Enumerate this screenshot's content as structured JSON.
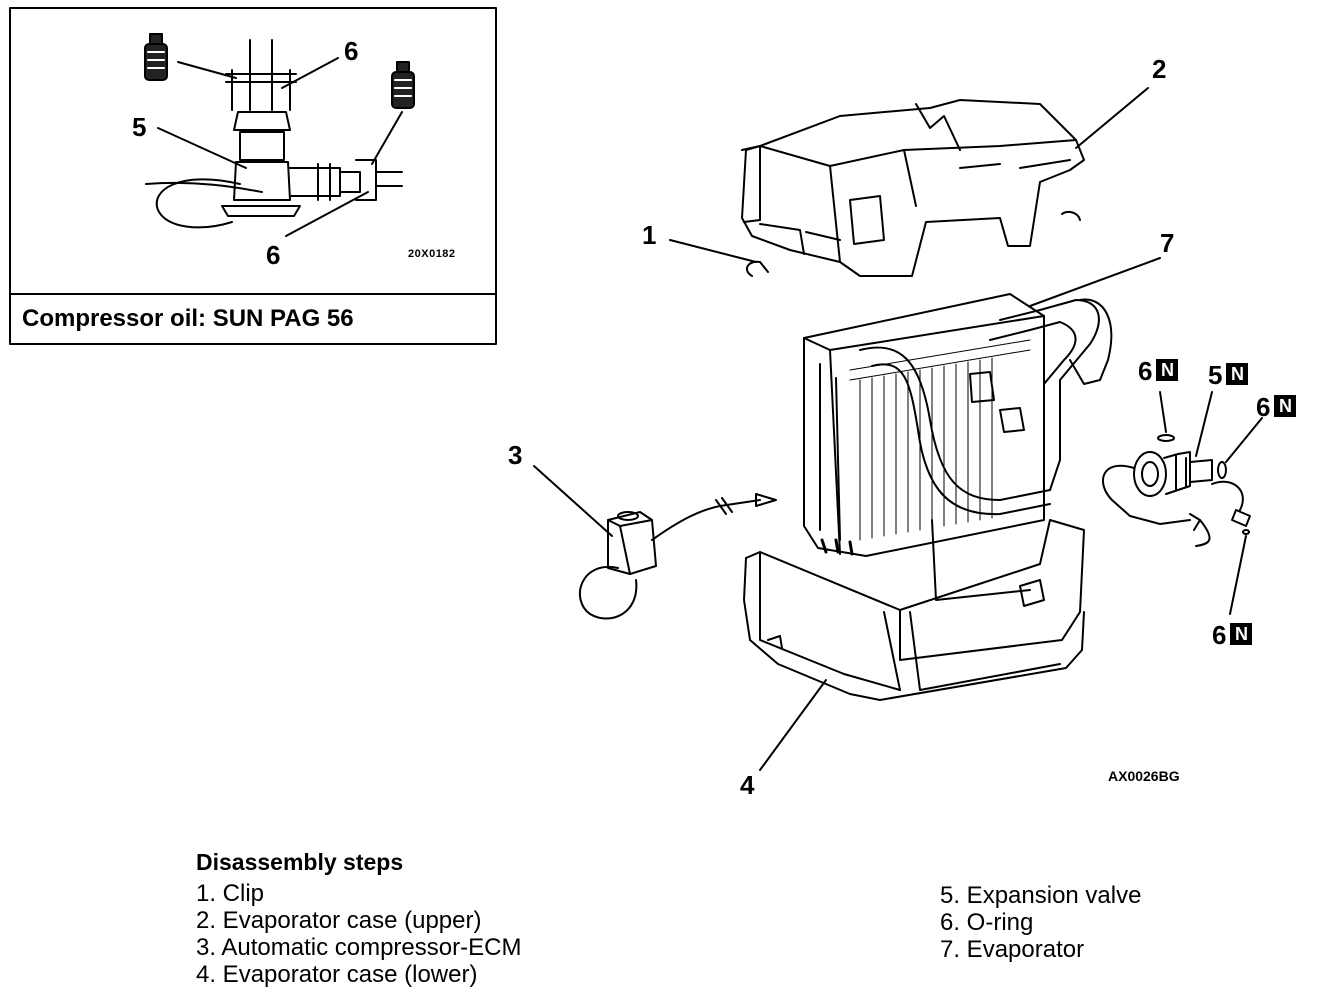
{
  "inset": {
    "caption": "Compressor oil: SUN PAG 56",
    "figure_code": "20X0182",
    "labels": [
      "6",
      "5",
      "6"
    ]
  },
  "main": {
    "figure_code": "AX0026BG",
    "labels": {
      "c1": "1",
      "c2": "2",
      "c3": "3",
      "c4": "4",
      "c7": "7",
      "c6a": "6",
      "c5": "5",
      "c6b": "6",
      "c6c": "6"
    },
    "new_part_badge": "N"
  },
  "steps": {
    "title": "Disassembly steps",
    "col1": [
      "1. Clip",
      "2. Evaporator case (upper)",
      "3. Automatic compressor-ECM",
      "4. Evaporator case (lower)"
    ],
    "col2": [
      "5. Expansion valve",
      "6. O-ring",
      "7. Evaporator"
    ]
  }
}
